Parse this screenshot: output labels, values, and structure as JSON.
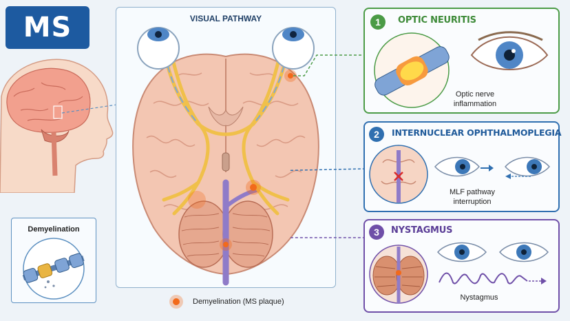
{
  "badge": {
    "label": "MS"
  },
  "center": {
    "title": "VISUAL PATHWAY"
  },
  "inset": {
    "title": "Demyelination"
  },
  "legend": {
    "label": "Demyelination (MS plaque)"
  },
  "cards": [
    {
      "number": "1",
      "title": "OPTIC NEURITIS",
      "caption_line1": "Optic nerve",
      "caption_line2": "inflammation",
      "color": "#4b9b46"
    },
    {
      "number": "2",
      "title": "INTERNUCLEAR OPHTHALMOPLEGIA",
      "caption_line1": "MLF pathway",
      "caption_line2": "interruption",
      "color": "#2f6fb0"
    },
    {
      "number": "3",
      "title": "NYSTAGMUS",
      "caption_line1": "Nystagmus",
      "color": "#6f4fa8"
    }
  ],
  "colors": {
    "ms_blue": "#1d5aa0",
    "plaque": "#f26a1b",
    "optic_tract": "#f0c04a",
    "mlf": "#8f7bc8"
  }
}
